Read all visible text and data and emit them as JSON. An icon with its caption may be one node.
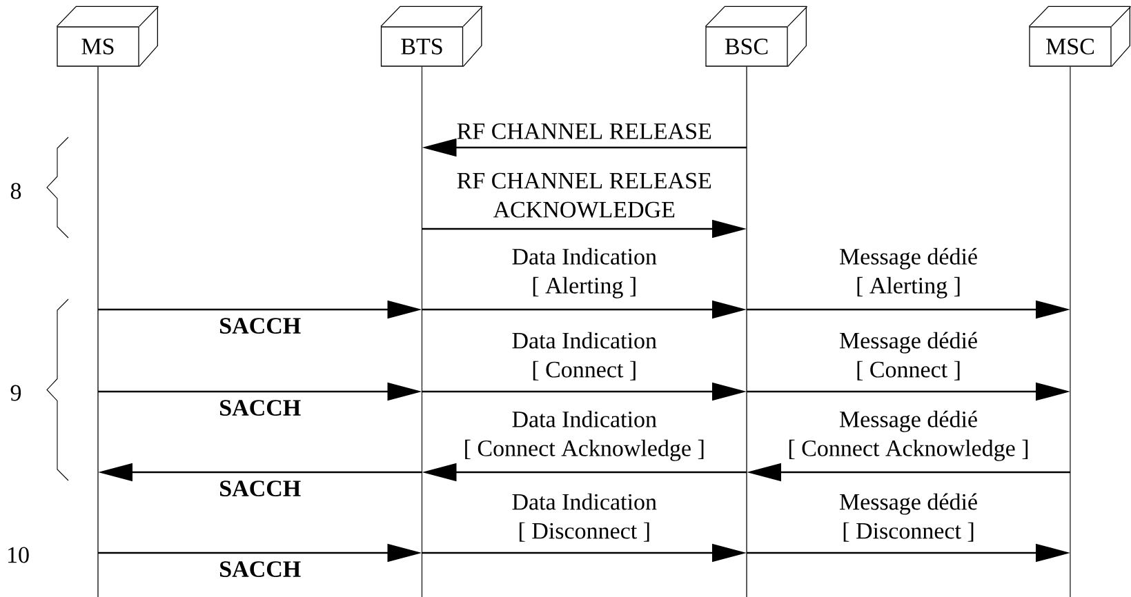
{
  "diagram": {
    "nodes": [
      {
        "text": [
          "MS"
        ]
      },
      {
        "text": [
          "BTS"
        ]
      },
      {
        "text": [
          "BSC"
        ]
      },
      {
        "text": [
          "MSC"
        ]
      }
    ],
    "edges": [
      {
        "from": 2,
        "to": 1,
        "arrow": "to",
        "label": "RF CHANNEL RELEASE"
      },
      {
        "from": 1,
        "to": 2,
        "arrow": "to",
        "label": "RF CHANNEL RELEASE ACKNOWLEDGE"
      },
      {
        "from": 0,
        "to": 1,
        "arrow": "to",
        "label": "SACCH"
      },
      {
        "from": 1,
        "to": 2,
        "arrow": "to",
        "label": "Data Indication [ Alerting ]"
      },
      {
        "from": 2,
        "to": 3,
        "arrow": "to",
        "label": "Message dédié [ Alerting ]"
      },
      {
        "from": 0,
        "to": 1,
        "arrow": "to",
        "label": "SACCH"
      },
      {
        "from": 1,
        "to": 2,
        "arrow": "to",
        "label": "Data Indication [ Connect ]"
      },
      {
        "from": 2,
        "to": 3,
        "arrow": "to",
        "label": "Message dédié [ Connect ]"
      },
      {
        "from": 1,
        "to": 0,
        "arrow": "to",
        "label": "SACCH"
      },
      {
        "from": 2,
        "to": 1,
        "arrow": "to",
        "label": "Data Indication [ Connect Acknowledge ]"
      },
      {
        "from": 3,
        "to": 2,
        "arrow": "to",
        "label": "Message dédié [ Connect Acknowledge ]"
      },
      {
        "from": 0,
        "to": 1,
        "arrow": "to",
        "label": "SACCH"
      },
      {
        "from": 1,
        "to": 2,
        "arrow": "to",
        "label": "Data Indication [ Disconnect ]"
      },
      {
        "from": 2,
        "to": 3,
        "arrow": "to",
        "label": "Message dédié [ Disconnect ]"
      }
    ],
    "labels": [
      "8",
      "9",
      "10"
    ]
  }
}
